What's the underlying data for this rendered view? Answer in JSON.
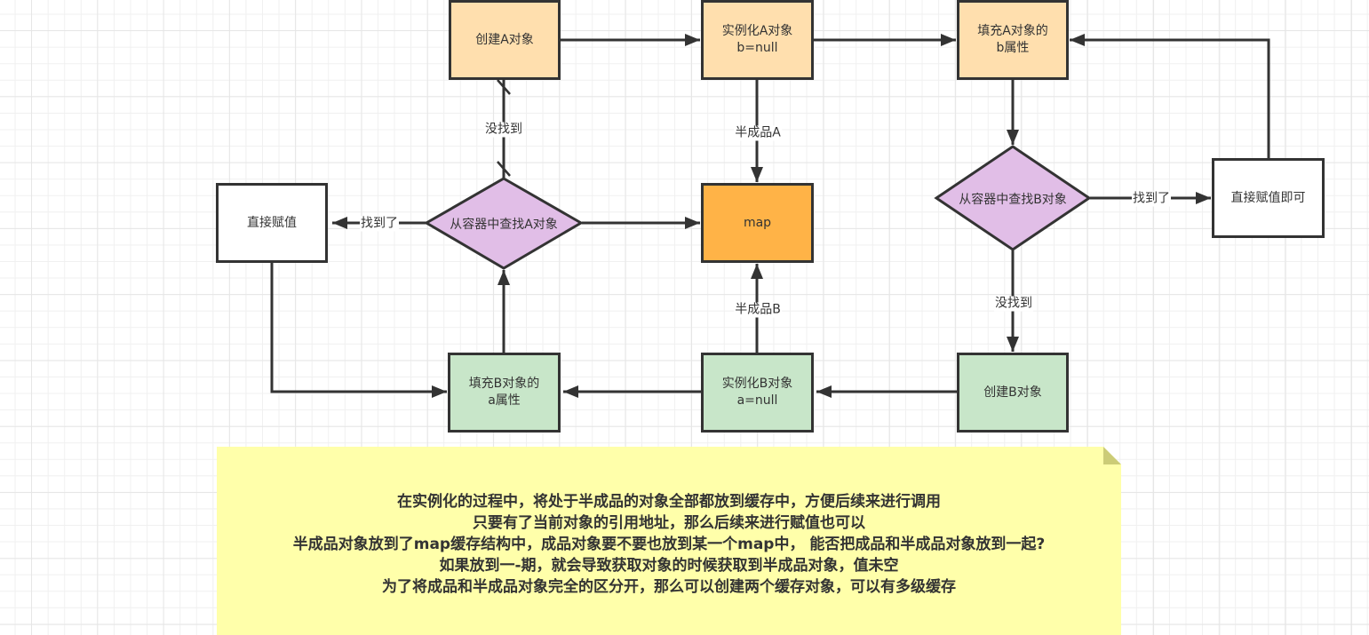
{
  "diagram": {
    "nodes": {
      "create_a": {
        "lines": [
          "创建A对象"
        ]
      },
      "instantiate_a": {
        "lines": [
          "实例化A对象",
          "b=null"
        ]
      },
      "fill_a": {
        "lines": [
          "填充A对象的",
          "b属性"
        ]
      },
      "find_a": {
        "lines": [
          "从容器中查找A对象"
        ]
      },
      "assign_direct": {
        "lines": [
          "直接赋值"
        ]
      },
      "map": {
        "lines": [
          "map"
        ]
      },
      "find_b": {
        "lines": [
          "从容器中查找B对象"
        ]
      },
      "assign_direct_ok": {
        "lines": [
          "直接赋值即可"
        ]
      },
      "fill_b": {
        "lines": [
          "填充B对象的",
          "a属性"
        ]
      },
      "instantiate_b": {
        "lines": [
          "实例化B对象",
          "a=null"
        ]
      },
      "create_b": {
        "lines": [
          "创建B对象"
        ]
      }
    },
    "edge_labels": {
      "not_found_a": "没找到",
      "half_a": "半成品A",
      "found_a": "找到了",
      "found_b": "找到了",
      "not_found_b": "没找到",
      "half_b": "半成品B"
    },
    "colors": {
      "orange_light": "#ffdfae",
      "orange": "#ffb347",
      "green": "#c8e6c9",
      "purple": "#e1bee7",
      "note": "#ffffaa",
      "stroke": "#333333"
    }
  },
  "note": {
    "lines": [
      "在实例化的过程中，将处于半成品的对象全部都放到缓存中，方便后续来进行调用",
      "只要有了当前对象的引用地址，那么后续来进行赋值也可以",
      "半成品对象放到了map缓存结构中，成品对象要不要也放到某一个map中， 能否把成品和半成品对象放到一起?",
      "如果放到一-期，就会导致获取对象的时候获取到半成品对象，值未空",
      "为了将成品和半成品对象完全的区分开，那么可以创建两个缓存对象，可以有多级缓存"
    ]
  }
}
